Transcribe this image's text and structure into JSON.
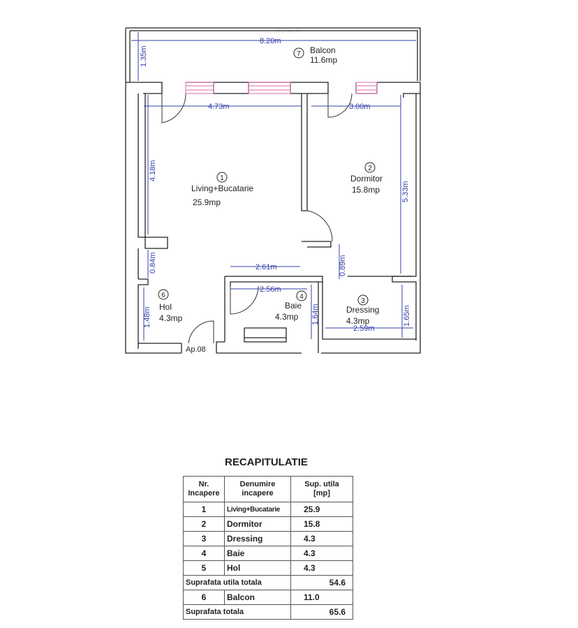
{
  "watermark": "Storia.ro",
  "rooms": [
    {
      "nr": "1",
      "name": "Living+Bucatarie",
      "area": "25.9mp"
    },
    {
      "nr": "2",
      "name": "Dormitor",
      "area": "15.8mp"
    },
    {
      "nr": "3",
      "name": "Dressing",
      "area": "4.3mp"
    },
    {
      "nr": "4",
      "name": "Baie",
      "area": "4.3mp"
    },
    {
      "nr": "6",
      "name": "Hol",
      "area": "4.3mp"
    },
    {
      "nr": "7",
      "name": "Balcon",
      "area": "11.6mp"
    }
  ],
  "dimensions": {
    "balcon_width": "8.20m",
    "balcon_depth": "1.35m",
    "living_width": "4.73m",
    "living_height": "4.18m",
    "dormitor_width": "3.00m",
    "dormitor_height": "5.33m",
    "hol_passage": "0.84m",
    "hol_height": "1.48m",
    "corridor_width": "2.61m",
    "baie_width": "2.56m",
    "baie_height": "1.64m",
    "dressing_door": "0.89m",
    "dressing_height": "1.65m",
    "dressing_width": "2.59m"
  },
  "apartment_label": "Ap.08",
  "recap": {
    "title": "RECAPITULATIE",
    "headers": {
      "nr_line1": "Nr.",
      "nr_line2": "Incapere",
      "name_line1": "Denumire",
      "name_line2": "incapere",
      "area_line1": "Sup. utila",
      "area_line2": "[mp]"
    },
    "rows": [
      {
        "nr": "1",
        "name": "Living+Bucatarie",
        "area": "25.9"
      },
      {
        "nr": "2",
        "name": "Dormitor",
        "area": "15.8"
      },
      {
        "nr": "3",
        "name": "Dressing",
        "area": "4.3"
      },
      {
        "nr": "4",
        "name": "Baie",
        "area": "4.3"
      },
      {
        "nr": "5",
        "name": "Hol",
        "area": "4.3"
      }
    ],
    "subtotal_label": "Suprafata utila totala",
    "subtotal_value": "54.6",
    "balcon_row": {
      "nr": "6",
      "name": "Balcon",
      "area": "11.0"
    },
    "total_label": "Suprafata totala",
    "total_value": "65.6"
  }
}
